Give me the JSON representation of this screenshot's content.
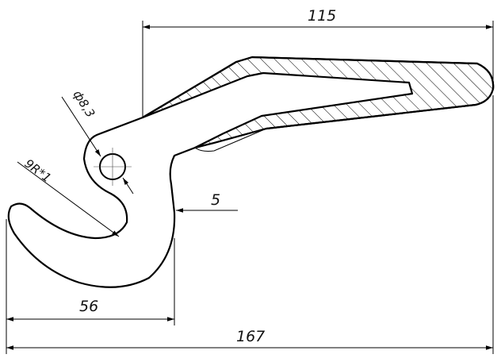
{
  "dimensions": {
    "overall_length": "167",
    "top_length": "115",
    "lower_width": "56",
    "thickness": "5",
    "hole_diameter": "ф8,3",
    "hook_radius": "9R*1"
  }
}
